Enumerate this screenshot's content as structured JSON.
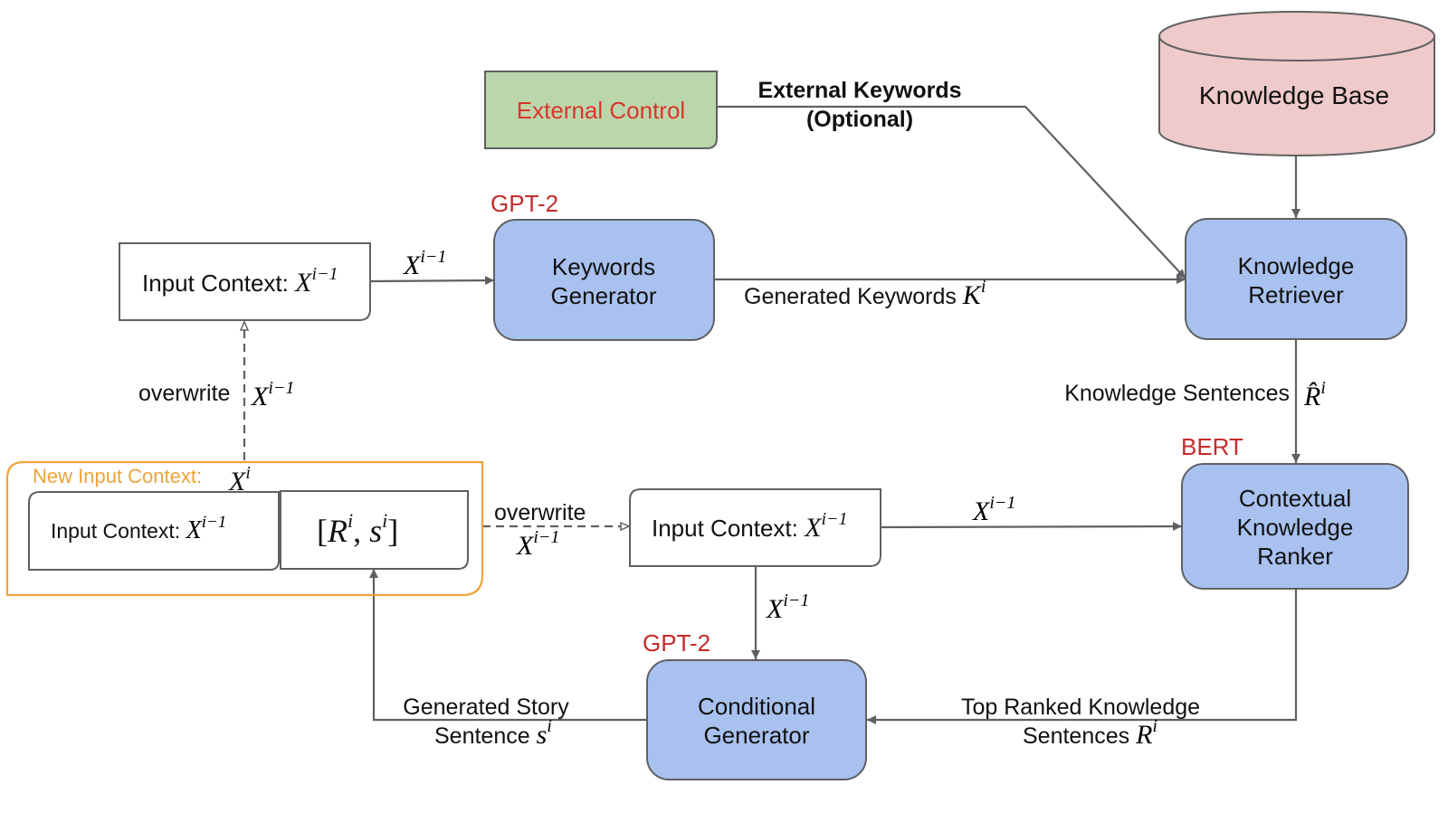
{
  "title": "Knowledge-enhanced story generation pipeline",
  "colors": {
    "module_fill": "#a9c1ee",
    "control_fill": "#bcd6ac",
    "kb_fill": "#efcaca",
    "model_label": "#c62a2a",
    "new_context": "#f0a33a",
    "external_text": "#d9362b",
    "stroke": "#5f6063"
  },
  "nodes": {
    "external_control": {
      "label": "External Control"
    },
    "knowledge_base": {
      "label": "Knowledge Base"
    },
    "keywords_generator": {
      "model": "GPT-2",
      "line1": "Keywords",
      "line2": "Generator"
    },
    "knowledge_retriever": {
      "line1": "Knowledge",
      "line2": "Retriever"
    },
    "knowledge_ranker": {
      "model": "BERT",
      "line1": "Contextual",
      "line2": "Knowledge",
      "line3": "Ranker"
    },
    "conditional_generator": {
      "model": "GPT-2",
      "line1": "Conditional",
      "line2": "Generator"
    },
    "input_context_top": {
      "text": "Input Context: ",
      "var": "X",
      "sup": "i−1"
    },
    "input_context_mid": {
      "text": "Input Context: ",
      "var": "X",
      "sup": "i−1"
    },
    "new_input_context": {
      "label": "New Input Context:",
      "var": "X",
      "sup": "i"
    },
    "input_context_old": {
      "text": "Input Context: ",
      "var": "X",
      "sup": "i−1"
    },
    "appended": {
      "open": "[",
      "r": "R",
      "rsup": "i",
      "comma": ", ",
      "s": "s",
      "ssup": "i",
      "close": "]"
    }
  },
  "edges": {
    "external_keywords": {
      "line1": "External Keywords",
      "line2": "(Optional)"
    },
    "generated_keywords": {
      "text": "Generated Keywords ",
      "var": "K",
      "sup": "i"
    },
    "context_to_kg": {
      "var": "X",
      "sup": "i−1"
    },
    "knowledge_sentences": {
      "text": "Knowledge Sentences",
      "var": "R̂",
      "sup": "i"
    },
    "context_to_ranker": {
      "var": "X",
      "sup": "i−1"
    },
    "context_to_cg": {
      "var": "X",
      "sup": "i−1"
    },
    "top_ranked": {
      "line1": "Top Ranked Knowledge",
      "line2": "Sentences ",
      "var": "R",
      "sup": "i"
    },
    "story_sentence": {
      "line1": "Generated Story",
      "line2": "Sentence ",
      "var": "s",
      "sup": "i"
    },
    "overwrite_mid": {
      "text": "overwrite",
      "var": "X",
      "sup": "i−1"
    },
    "overwrite_top": {
      "text": "overwrite",
      "var": "X",
      "sup": "i−1"
    }
  }
}
